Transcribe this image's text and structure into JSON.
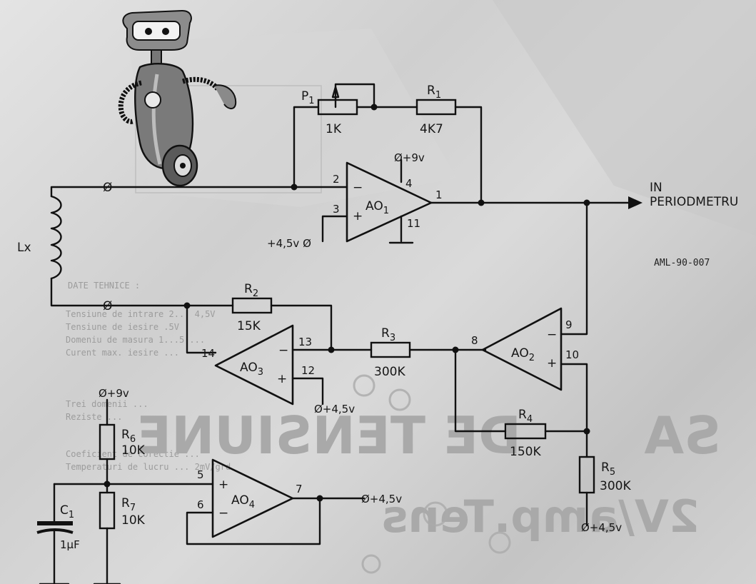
{
  "labels": {
    "p1": "P",
    "p1_sub": "1",
    "p1_val": "1K",
    "r1": "R",
    "r1_sub": "1",
    "r1_val": "4K7",
    "r2": "R",
    "r2_sub": "2",
    "r2_val": "15K",
    "r3": "R",
    "r3_sub": "3",
    "r3_val": "300K",
    "r4": "R",
    "r4_sub": "4",
    "r4_val": "150K",
    "r5": "R",
    "r5_sub": "5",
    "r5_val": "300K",
    "r6": "R",
    "r6_sub": "6",
    "r6_val": "10K",
    "r7": "R",
    "r7_sub": "7",
    "r7_val": "10K",
    "c1": "C",
    "c1_sub": "1",
    "c1_val": "1µF",
    "lx": "Lx",
    "ao1": "AO",
    "ao1_sub": "1",
    "ao2": "AO",
    "ao2_sub": "2",
    "ao3": "AO",
    "ao3_sub": "3",
    "ao4": "AO",
    "ao4_sub": "4",
    "out_in": "IN",
    "out_dest": "PERIODMETRU",
    "code": "AML-90-007",
    "v9_top": "Ø+9v",
    "v45_ao1": "+4,5v Ø",
    "v45_ao3": "Ø+4,5v",
    "v9_left": "Ø+9v",
    "v45_ao4": "Ø+4,5v",
    "v45_r5": "Ø+4,5v",
    "terminal": "Ø",
    "pins": {
      "ao1_in_minus": "2",
      "ao1_in_plus": "3",
      "ao1_vcc": "4",
      "ao1_out": "1",
      "ao1_gnd": "11",
      "ao2_in_minus": "9",
      "ao2_in_plus": "10",
      "ao2_out": "8",
      "ao3_in_minus": "13",
      "ao3_in_plus": "12",
      "ao3_out": "14",
      "ao4_in_plus": "5",
      "ao4_in_minus": "6",
      "ao4_out": "7"
    },
    "signs": {
      "minus": "−",
      "plus": "+"
    }
  },
  "background_text": {
    "lines": [
      "DATE TEHNICE :",
      "Tensiune de intrare 2... 4,5V",
      "Tensiune de iesire .5V",
      "Domeniu de masura 1...5 ...",
      "Curent max. iesire ...",
      "Trei domenii ...",
      "Reziste ...",
      "Coeficient de corectie ...",
      "Temperaturi de lucru ... 2mV/grd"
    ],
    "mirrored_headline_1": "DE TENSIUNE",
    "mirrored_headline_2": "SA",
    "mirrored_sub": "2V/amp.Tens"
  }
}
